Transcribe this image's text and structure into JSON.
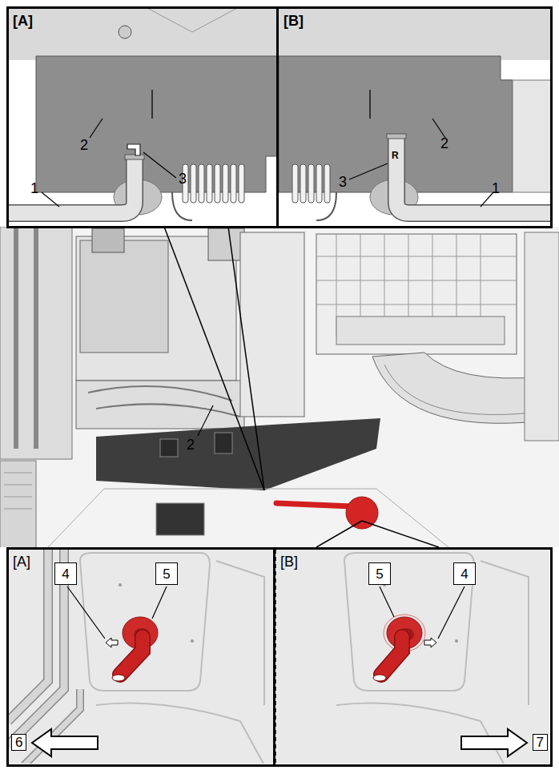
{
  "diagram": {
    "nodes": [
      {
        "text": [
          "[A]"
        ]
      },
      {
        "text": [
          "[B]"
        ]
      },
      {
        "text": [
          "[A]"
        ]
      },
      {
        "text": [
          "4"
        ],
        "in": 2
      },
      {
        "text": [
          "5"
        ],
        "in": 2
      },
      {
        "text": [
          "6"
        ],
        "in": 2
      },
      {
        "text": [
          "[B]"
        ]
      },
      {
        "text": [
          "5"
        ],
        "in": 6
      },
      {
        "text": [
          "4"
        ],
        "in": 6
      },
      {
        "text": [
          "7"
        ],
        "in": 6
      }
    ],
    "labels": [
      "1",
      "2",
      "3",
      "2",
      "3",
      "R",
      "1",
      "2"
    ]
  }
}
